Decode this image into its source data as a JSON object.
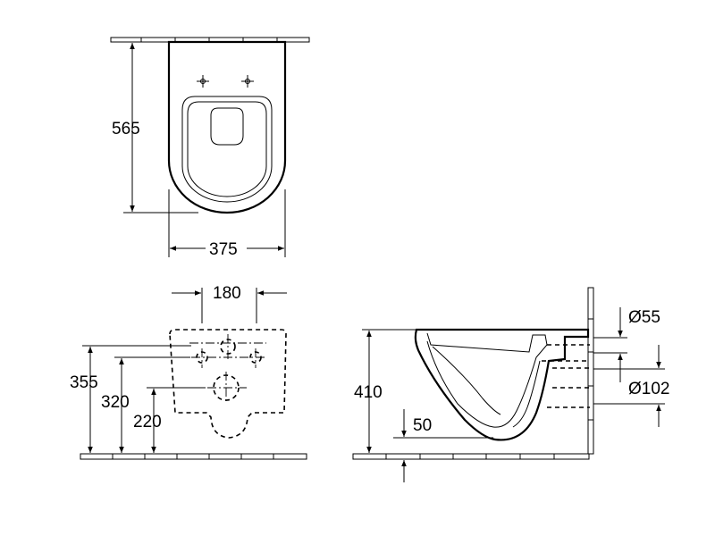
{
  "dimensions": {
    "top_length": "565",
    "top_width": "375",
    "front_fixing_spacing": "180",
    "front_height_total": "355",
    "front_height_inlet": "320",
    "front_height_outlet": "220",
    "side_height": "410",
    "side_floor_offset": "50",
    "side_inlet_diameter": "Ø55",
    "side_outlet_diameter": "Ø102"
  }
}
